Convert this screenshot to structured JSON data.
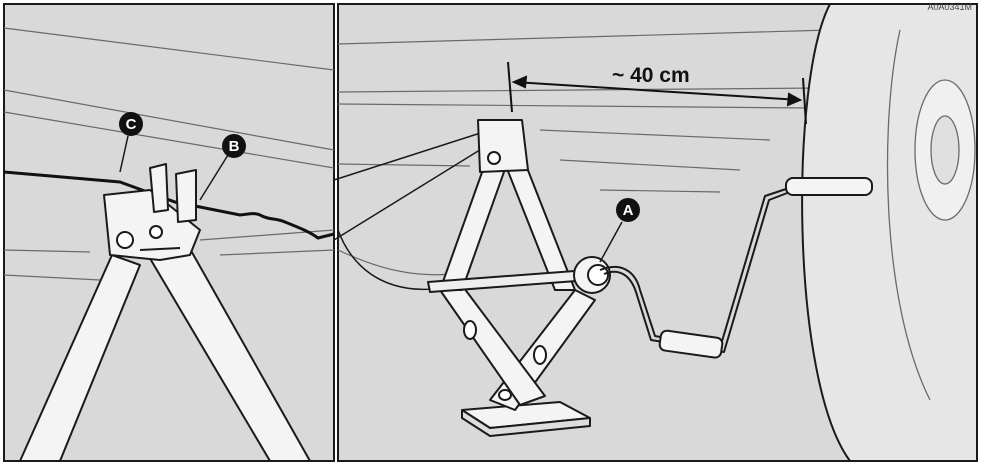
{
  "figure": {
    "callouts": {
      "a": "A",
      "b": "B",
      "c": "C"
    },
    "dimension_label": "~ 40 cm",
    "document_code": "A0A0341M"
  },
  "colors": {
    "background": "#d9d9d9",
    "line": "#1a1a1a",
    "part_fill": "#f4f4f4",
    "callout_fill": "#111111"
  }
}
